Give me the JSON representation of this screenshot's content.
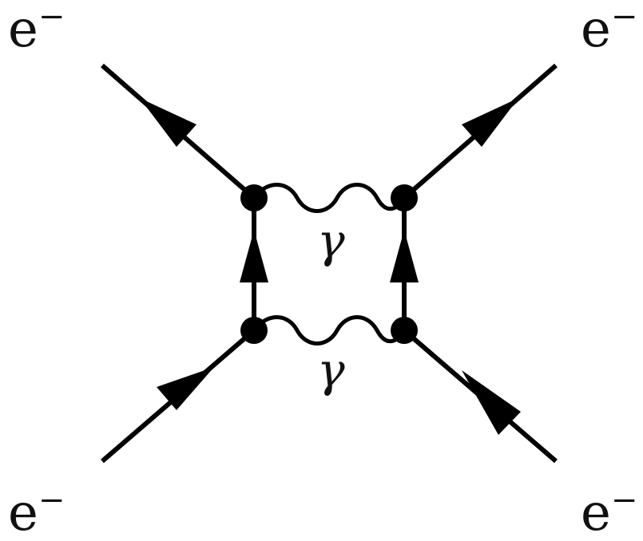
{
  "diagram": {
    "particles": {
      "top_left": {
        "symbol": "e",
        "charge": "−"
      },
      "top_right": {
        "symbol": "e",
        "charge": "−"
      },
      "bottom_left": {
        "symbol": "e",
        "charge": "−"
      },
      "bottom_right": {
        "symbol": "e",
        "charge": "−"
      }
    },
    "photons": {
      "upper": "γ",
      "lower": "γ"
    }
  }
}
